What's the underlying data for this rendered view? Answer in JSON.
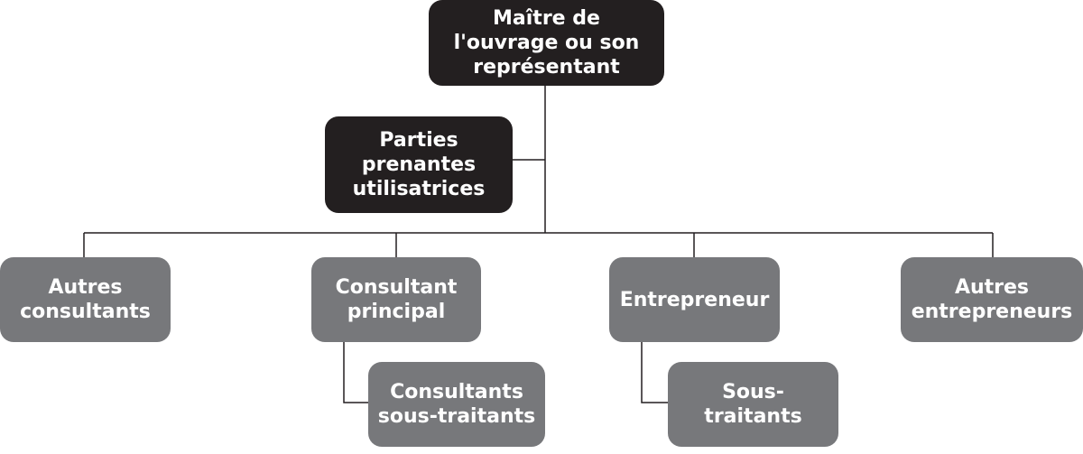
{
  "diagram": {
    "colors": {
      "dark_node": "#231f20",
      "grey_node": "#77787b",
      "connector": "#231f20",
      "text": "#ffffff"
    },
    "nodes": {
      "owner": "Maître de\nl'ouvrage ou son\nreprésentant",
      "users": "Parties\nprenantes\nutilisatrices",
      "other_consultants": "Autres\nconsultants",
      "lead_consultant": "Consultant\nprincipal",
      "contractor": "Entrepreneur",
      "other_contractors": "Autres\nentrepreneurs",
      "subconsultants": "Consultants\nsous-traitants",
      "subcontractors": "Sous-\ntraitants"
    }
  }
}
